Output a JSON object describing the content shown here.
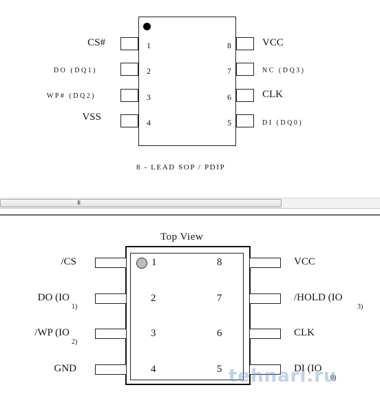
{
  "top_diagram": {
    "package_caption": "8 - LEAD SOP / PDIP",
    "left_pins": [
      {
        "label": "CS#",
        "number": "1"
      },
      {
        "label": "DO (DQ1)",
        "number": "2"
      },
      {
        "label": "WP# (DQ2)",
        "number": "3"
      },
      {
        "label": "VSS",
        "number": "4"
      }
    ],
    "right_pins": [
      {
        "label": "VCC",
        "number": "8"
      },
      {
        "label": "NC (DQ3)",
        "number": "7"
      },
      {
        "label": "CLK",
        "number": "6"
      },
      {
        "label": "DI (DQ0)",
        "number": "5"
      }
    ]
  },
  "bottom_diagram": {
    "title": "Top View",
    "left_pins": [
      {
        "label": "/CS",
        "sub": "",
        "number": "1"
      },
      {
        "label": "DO (IO",
        "sub": "1)",
        "number": "2"
      },
      {
        "label": "/WP (IO",
        "sub": "2)",
        "number": "3"
      },
      {
        "label": "GND",
        "sub": "",
        "number": "4"
      }
    ],
    "right_pins": [
      {
        "label": "VCC",
        "sub": "",
        "number": "8"
      },
      {
        "label": "/HOLD (IO",
        "sub": "3)",
        "number": "7"
      },
      {
        "label": "CLK",
        "sub": "",
        "number": "6"
      },
      {
        "label": "DI (IO",
        "sub": "0)",
        "number": "5"
      }
    ]
  },
  "scrollbar": {
    "grip": "III"
  },
  "watermark": "tehnari.ru"
}
